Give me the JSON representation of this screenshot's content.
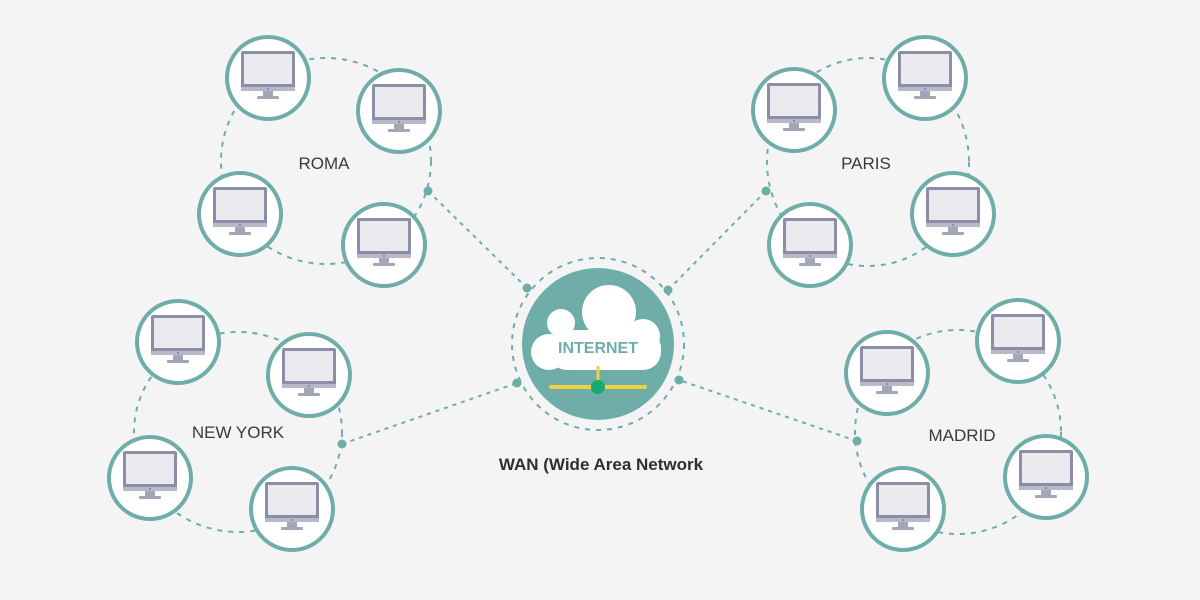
{
  "center": {
    "cloud_label": "INTERNET",
    "title": "WAN (Wide Area Network",
    "icon": "cloud-router-icon"
  },
  "clusters": [
    {
      "name": "ROMA"
    },
    {
      "name": "PARIS"
    },
    {
      "name": "NEW YORK"
    },
    {
      "name": "MADRID"
    }
  ],
  "colors": {
    "background": "#f4f4f4",
    "teal": "#6fada8",
    "node_fill": "#ffffff",
    "screen": "#e9e9ee",
    "monitor": "#8c8ea8",
    "bus": "#f2d13d",
    "hub": "#19a86d"
  },
  "node_icon": "desktop-computer-icon"
}
